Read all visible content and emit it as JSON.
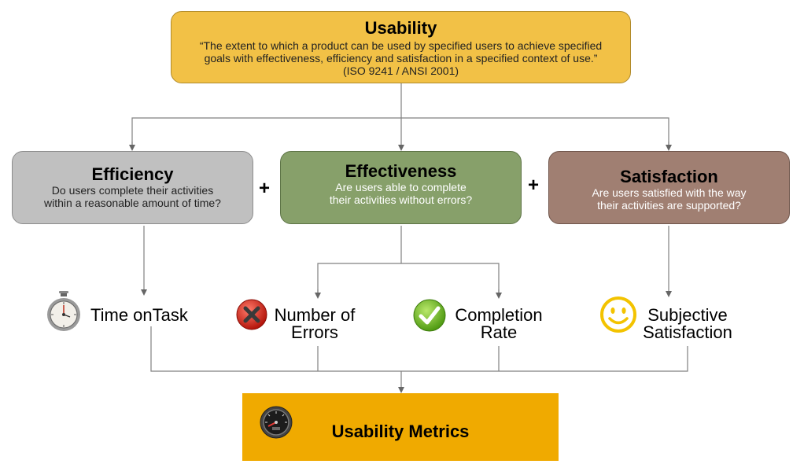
{
  "usability": {
    "title": "Usability",
    "definition_line1": "“The extent to which a product can be used by specified users to achieve specified",
    "definition_line2": "goals with effectiveness, efficiency and satisfaction in a specified context of use.”",
    "source": "(ISO 9241 / ANSI 2001)"
  },
  "efficiency": {
    "title": "Efficiency",
    "question_line1": "Do users complete their activities",
    "question_line2": "within a reasonable amount of time?"
  },
  "effectiveness": {
    "title": "Effectiveness",
    "question_line1": "Are users able to complete",
    "question_line2": "their activities without errors?"
  },
  "satisfaction": {
    "title": "Satisfaction",
    "question_line1": "Are users satisfied with the way",
    "question_line2": "their activities are supported?"
  },
  "plus_symbol": "+",
  "metrics": {
    "time_on_task": {
      "line1": "Time onTask",
      "icon": "stopwatch-icon"
    },
    "number_of_errors": {
      "line1": "Number of",
      "line2": "Errors",
      "icon": "error-x-icon"
    },
    "completion_rate": {
      "line1": "Completion",
      "line2": "Rate",
      "icon": "checkmark-icon"
    },
    "subjective_satisfaction": {
      "line1": "Subjective",
      "line2": "Satisfaction",
      "icon": "smiley-icon"
    }
  },
  "usability_metrics": {
    "title": "Usability Metrics",
    "icon": "gauge-icon"
  },
  "colors": {
    "usability": "#f2c146",
    "efficiency": "#c0c0c0",
    "effectiveness": "#87a06a",
    "satisfaction": "#a07f72",
    "metrics_box": "#f0aa00",
    "connector": "#808080"
  }
}
